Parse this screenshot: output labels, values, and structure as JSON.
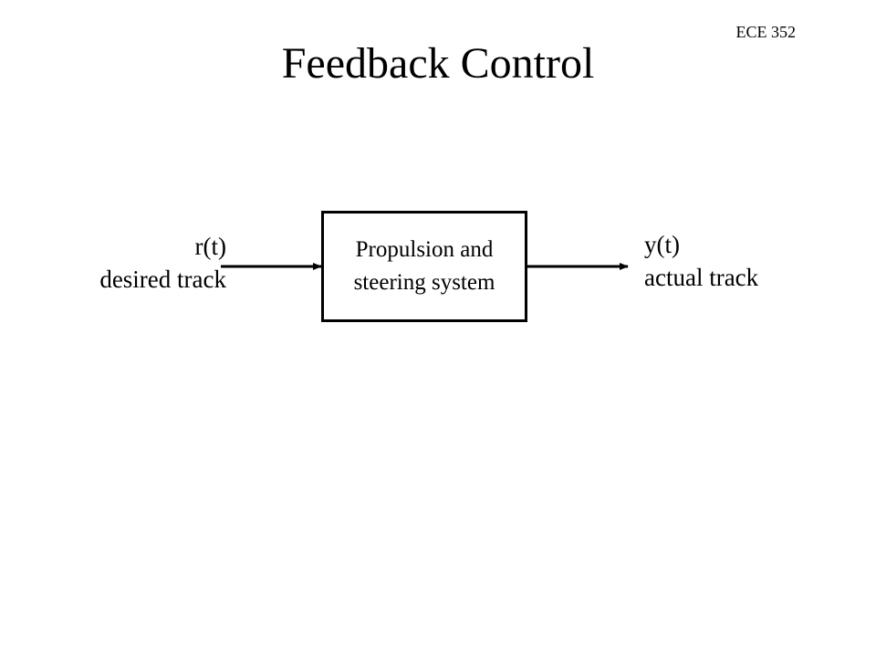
{
  "header": {
    "course": "ECE 352",
    "title": "Feedback Control"
  },
  "diagram": {
    "input": {
      "signal": "r(t)",
      "description": "desired track"
    },
    "block": {
      "line1": "Propulsion and",
      "line2": "steering system"
    },
    "output": {
      "signal": "y(t)",
      "description": "actual track"
    },
    "colors": {
      "stroke": "#000000",
      "background": "#ffffff"
    }
  }
}
